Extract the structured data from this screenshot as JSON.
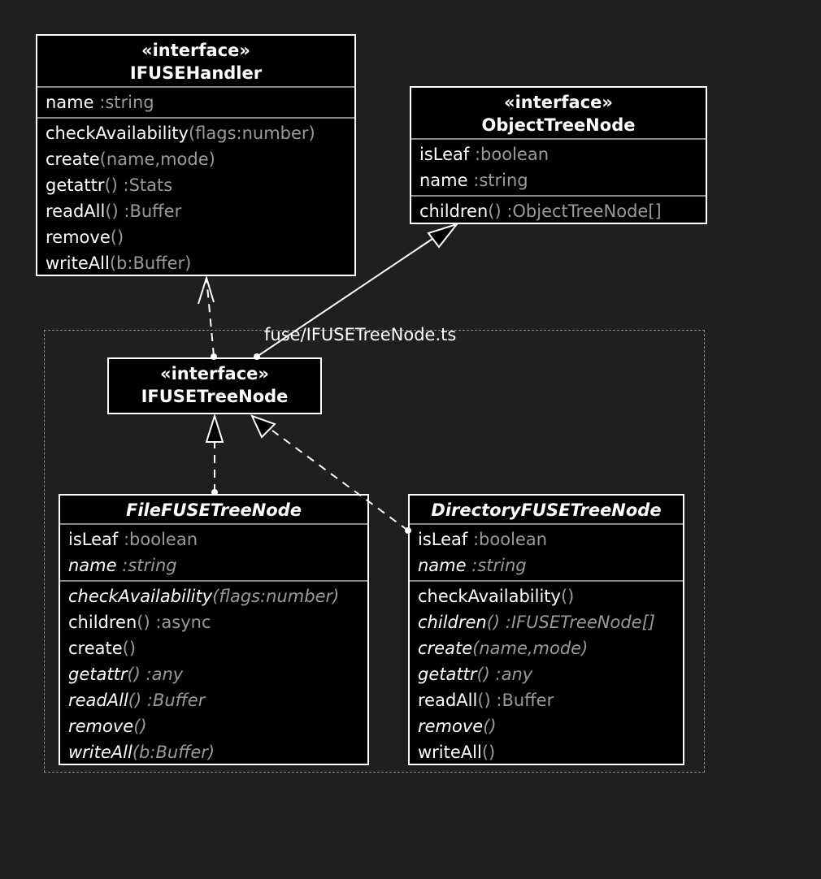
{
  "package": {
    "label": "fuse/IFUSETreeNode.ts"
  },
  "classes": {
    "ifusehandler": {
      "stereotype": "«interface»",
      "name": "IFUSEHandler",
      "attributes": [
        {
          "name": "name",
          "type": " :string"
        }
      ],
      "methods": [
        {
          "name": "checkAvailability",
          "sig": "(flags:number)"
        },
        {
          "name": "create",
          "sig": "(name,mode)"
        },
        {
          "name": "getattr",
          "sig": "() :Stats"
        },
        {
          "name": "readAll",
          "sig": "() :Buffer"
        },
        {
          "name": "remove",
          "sig": "()"
        },
        {
          "name": "writeAll",
          "sig": "(b:Buffer)"
        }
      ]
    },
    "objecttreenode": {
      "stereotype": "«interface»",
      "name": "ObjectTreeNode",
      "attributes": [
        {
          "name": "isLeaf",
          "type": " :boolean"
        },
        {
          "name": "name",
          "type": " :string"
        }
      ],
      "methods": [
        {
          "name": "children",
          "sig": "() :ObjectTreeNode[]"
        }
      ]
    },
    "ifusetreenode": {
      "stereotype": "«interface»",
      "name": "IFUSETreeNode"
    },
    "filefusetreenode": {
      "name": "FileFUSETreeNode",
      "attributes": [
        {
          "name": "isLeaf",
          "type": " :boolean"
        },
        {
          "name": "name",
          "type": " :string"
        }
      ],
      "methods": [
        {
          "name": "checkAvailability",
          "sig": "(flags:number)"
        },
        {
          "name": "children",
          "sig": "() :async"
        },
        {
          "name": "create",
          "sig": "()"
        },
        {
          "name": "getattr",
          "sig": "() :any"
        },
        {
          "name": "readAll",
          "sig": "() :Buffer"
        },
        {
          "name": "remove",
          "sig": "()"
        },
        {
          "name": "writeAll",
          "sig": "(b:Buffer)"
        }
      ]
    },
    "directoryfusetreenode": {
      "name": "DirectoryFUSETreeNode",
      "attributes": [
        {
          "name": "isLeaf",
          "type": " :boolean"
        },
        {
          "name": "name",
          "type": " :string"
        }
      ],
      "methods": [
        {
          "name": "checkAvailability",
          "sig": "()"
        },
        {
          "name": "children",
          "sig": "() :IFUSETreeNode[]"
        },
        {
          "name": "create",
          "sig": "(name,mode)"
        },
        {
          "name": "getattr",
          "sig": "() :any"
        },
        {
          "name": "readAll",
          "sig": "() :Buffer"
        },
        {
          "name": "remove",
          "sig": "()"
        },
        {
          "name": "writeAll",
          "sig": "()"
        }
      ]
    }
  },
  "relations": [
    {
      "from": "IFUSETreeNode",
      "to": "IFUSEHandler",
      "type": "dependency"
    },
    {
      "from": "IFUSETreeNode",
      "to": "ObjectTreeNode",
      "type": "generalization"
    },
    {
      "from": "FileFUSETreeNode",
      "to": "IFUSETreeNode",
      "type": "realization"
    },
    {
      "from": "DirectoryFUSETreeNode",
      "to": "IFUSETreeNode",
      "type": "realization"
    }
  ]
}
